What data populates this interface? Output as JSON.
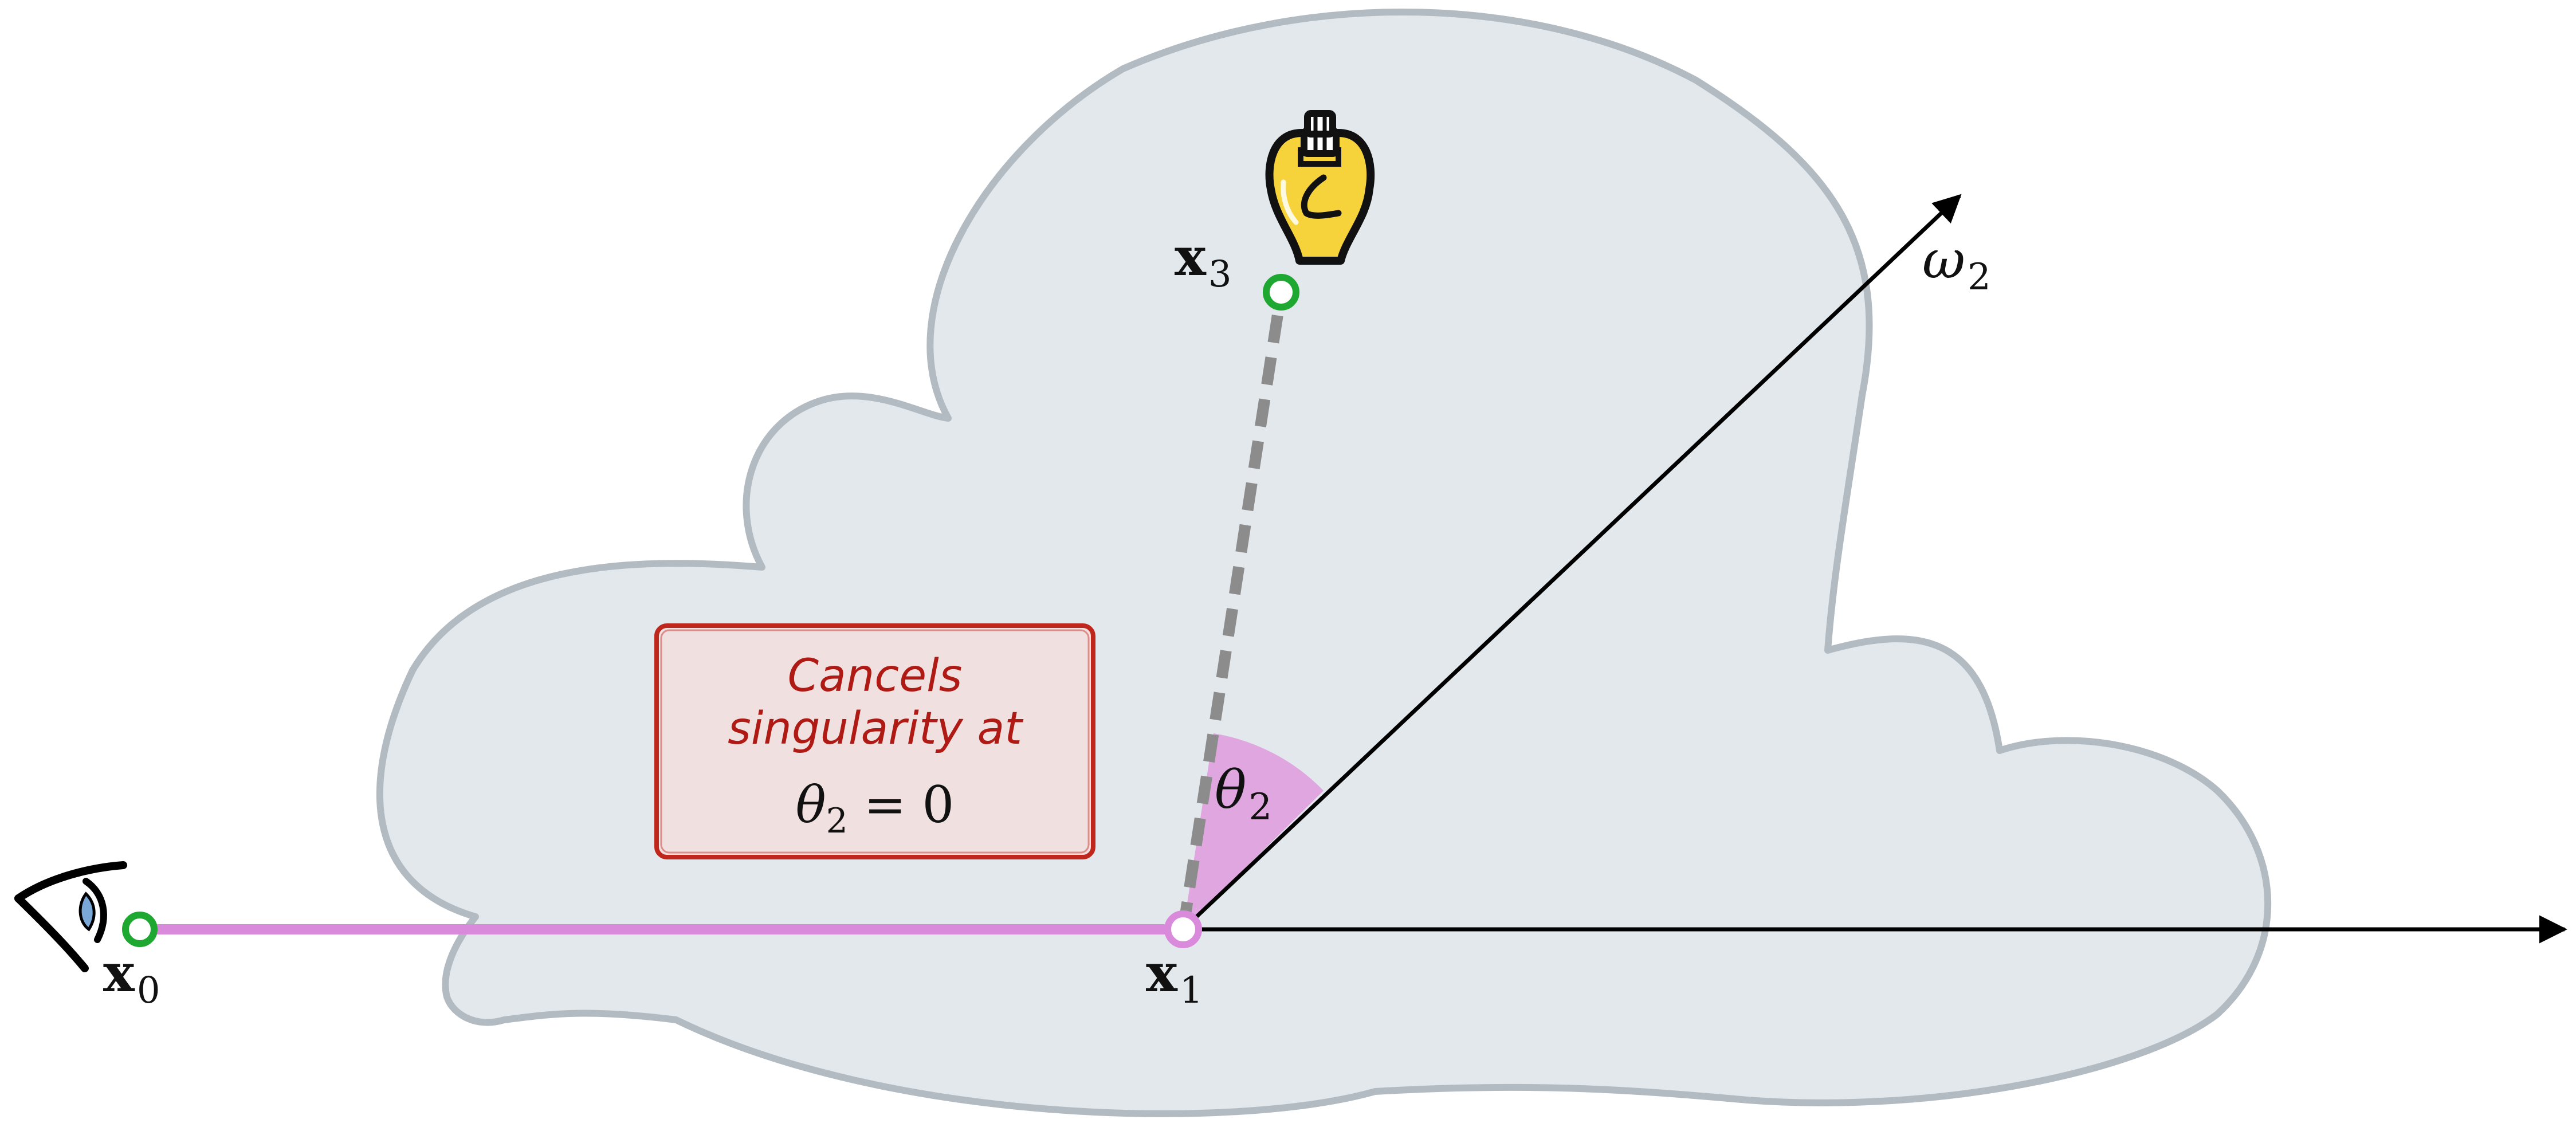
{
  "labels": {
    "x0": {
      "base": "x",
      "sub": "0"
    },
    "x1": {
      "base": "x",
      "sub": "1"
    },
    "x3": {
      "base": "x",
      "sub": "3"
    },
    "omega2": {
      "base": "ω",
      "sub": "2"
    },
    "theta2": {
      "base": "θ",
      "sub": "2"
    }
  },
  "note": {
    "line1": "Cancels",
    "line2": "singularity at",
    "eq_base": "θ",
    "eq_sub": "2",
    "eq_rest": " = 0"
  },
  "colors": {
    "medium_fill": "#e3e8ec",
    "medium_stroke": "#b3bbc2",
    "path_pink": "#d98adb",
    "angle_fill": "#dfa6e0",
    "vertex_green": "#1ea832",
    "shadow_dash": "#8c8c8c",
    "note_fill": "#f1e0e0",
    "note_stroke": "#c0271c",
    "note_text": "#b01a14",
    "bulb_yellow": "#f6d33b"
  },
  "icons": {
    "viewer": "eye-icon",
    "light": "light-bulb-icon"
  }
}
